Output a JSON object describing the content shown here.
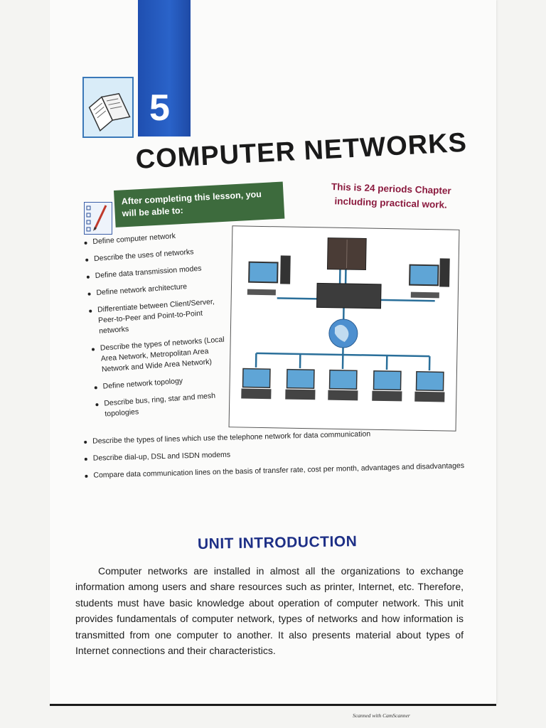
{
  "chapter": {
    "number": "5",
    "title": "COMPUTER NETWORKS"
  },
  "icons": {
    "book": "open-book-icon",
    "objectives": "pencil-checklist-icon"
  },
  "objectives_banner": "After completing this lesson, you will be able to:",
  "periods_note": {
    "line1": "This is 24 periods Chapter",
    "line2": "including practical work."
  },
  "objectives": [
    "Define computer network",
    "Describe the uses of networks",
    "Define data transmission modes",
    "Define network architecture",
    "Differentiate between Client/Server, Peer-to-Peer and Point-to-Point networks",
    "Describe the types of networks (Local Area Network, Metropolitan Area Network and Wide Area Network)",
    "Define network topology",
    "Describe bus, ring, star and mesh topologies"
  ],
  "objectives_wide": [
    "Describe the types of lines which use the telephone network for data communication",
    "Describe dial-up, DSL and ISDN modems",
    "Compare data communication lines on the basis of transfer rate, cost per month, advantages and disadvantages"
  ],
  "unit_heading": "UNIT INTRODUCTION",
  "intro_paragraph": "Computer networks are installed in almost all the organizations to exchange information among users and share resources such as printer, Internet, etc. Therefore, students must have basic knowledge about operation of computer network. This unit provides fundamentals of computer network, types of networks and how information is transmitted from one computer to another. It also presents material about types of Internet connections and their characteristics.",
  "scanner_stamp": "Scanned with CamScanner",
  "colors": {
    "chapter_band": "#2a63c9",
    "banner": "#3d6b3d",
    "periods_note": "#8b1a3e",
    "unit_heading": "#1d2f86"
  }
}
